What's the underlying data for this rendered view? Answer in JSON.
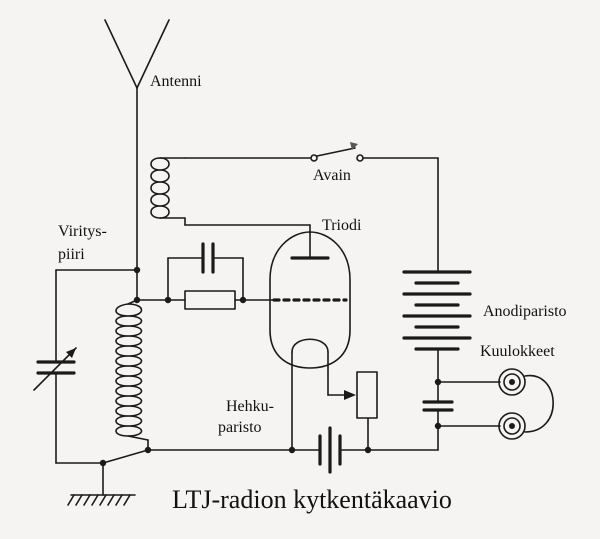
{
  "labels": {
    "antenna": "Antenni",
    "key": "Avain",
    "triode": "Triodi",
    "tuning_line1": "Viritys-",
    "tuning_line2": "piiri",
    "anode_battery": "Anodiparisto",
    "headphones": "Kuulokkeet",
    "filament_line1": "Hehku-",
    "filament_line2": "paristo"
  },
  "title": "LTJ-radion kytkentäkaavio",
  "colors": {
    "background": "#f5f4f2",
    "ink": "#1a1a1a"
  }
}
